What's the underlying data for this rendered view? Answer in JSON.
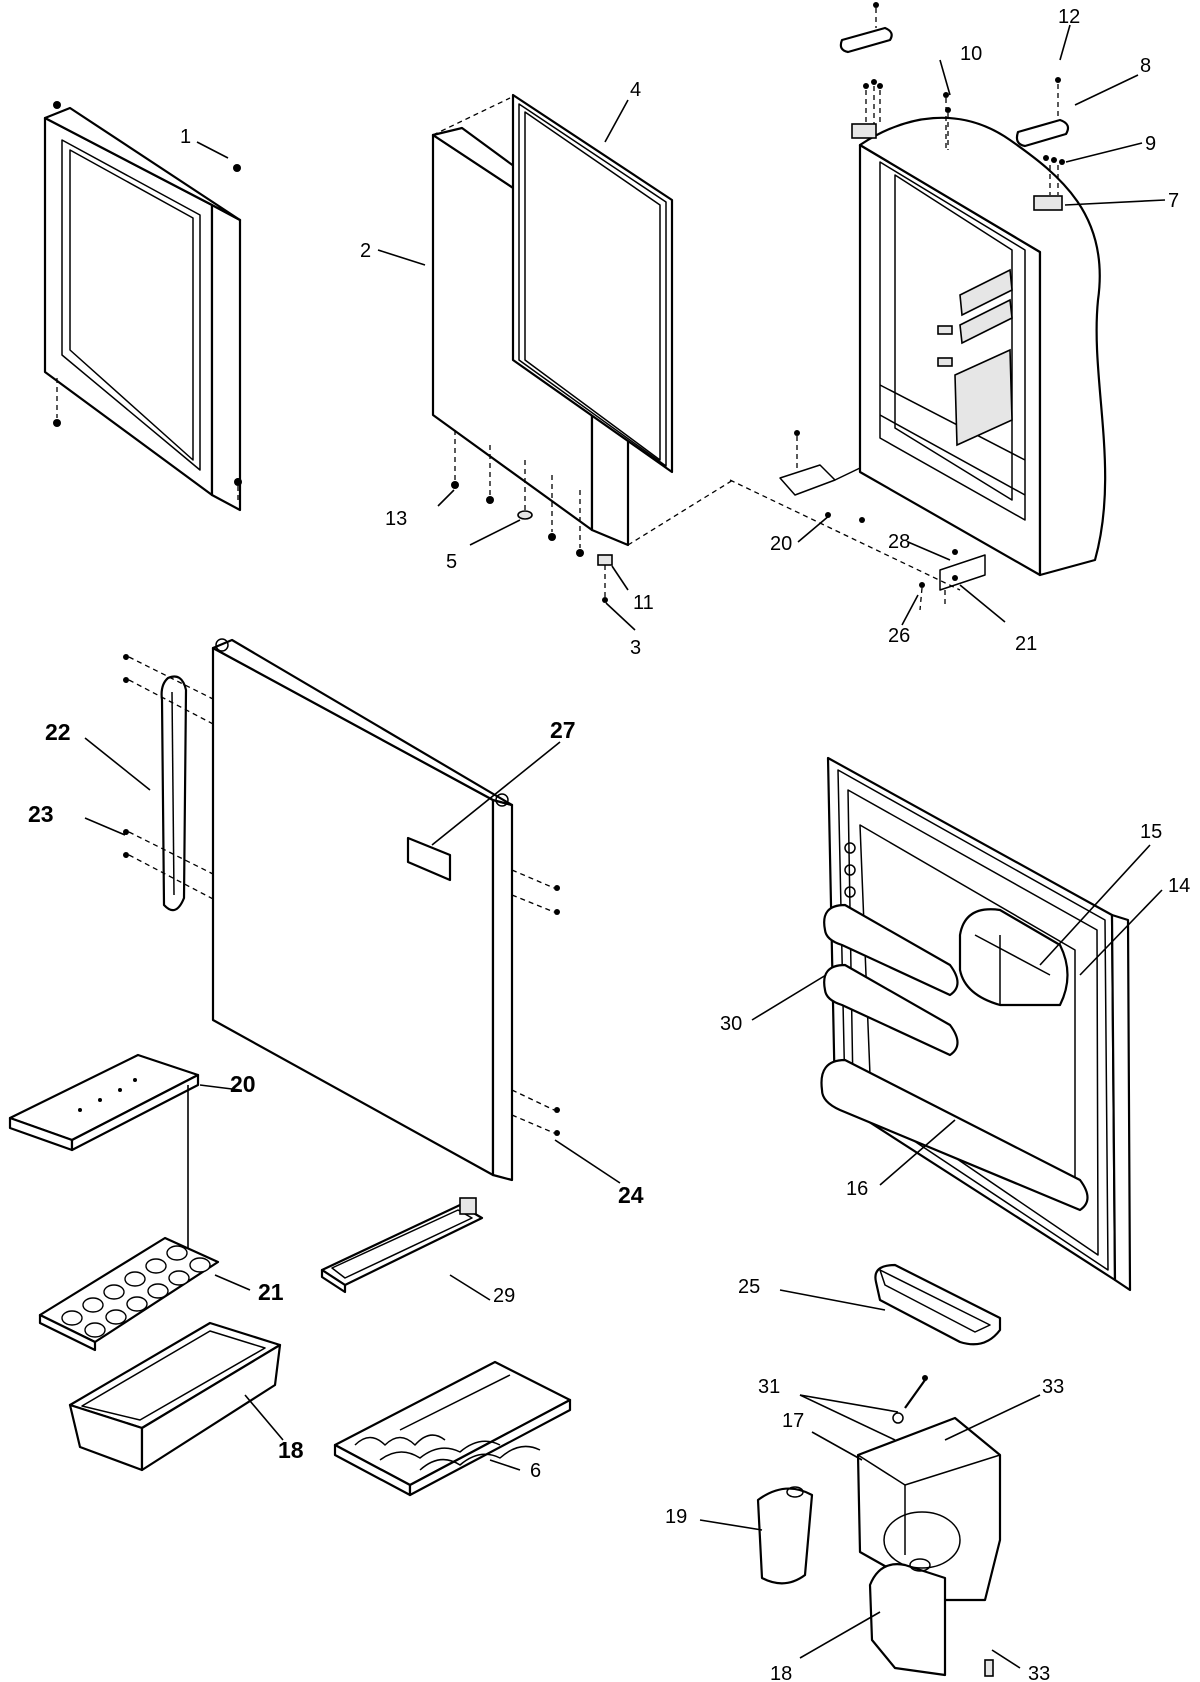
{
  "callouts": [
    {
      "id": "c1",
      "text": "1"
    },
    {
      "id": "c2",
      "text": "2"
    },
    {
      "id": "c3",
      "text": "3"
    },
    {
      "id": "c4",
      "text": "4"
    },
    {
      "id": "c5",
      "text": "5"
    },
    {
      "id": "c6",
      "text": "6"
    },
    {
      "id": "c7",
      "text": "7"
    },
    {
      "id": "c8",
      "text": "8"
    },
    {
      "id": "c9",
      "text": "9"
    },
    {
      "id": "c10",
      "text": "10"
    },
    {
      "id": "c11",
      "text": "11"
    },
    {
      "id": "c12",
      "text": "12"
    },
    {
      "id": "c13",
      "text": "13"
    },
    {
      "id": "c14",
      "text": "14"
    },
    {
      "id": "c15",
      "text": "15"
    },
    {
      "id": "c16",
      "text": "16"
    },
    {
      "id": "c17",
      "text": "17"
    },
    {
      "id": "c18a",
      "text": "18"
    },
    {
      "id": "c18b",
      "text": "18"
    },
    {
      "id": "c19",
      "text": "19"
    },
    {
      "id": "c20a",
      "text": "20"
    },
    {
      "id": "c20b",
      "text": "20"
    },
    {
      "id": "c21a",
      "text": "21"
    },
    {
      "id": "c21b",
      "text": "21"
    },
    {
      "id": "c22",
      "text": "22"
    },
    {
      "id": "c23",
      "text": "23"
    },
    {
      "id": "c24",
      "text": "24"
    },
    {
      "id": "c25",
      "text": "25"
    },
    {
      "id": "c26",
      "text": "26"
    },
    {
      "id": "c27",
      "text": "27"
    },
    {
      "id": "c28",
      "text": "28"
    },
    {
      "id": "c29",
      "text": "29"
    },
    {
      "id": "c30",
      "text": "30"
    },
    {
      "id": "c31",
      "text": "31"
    },
    {
      "id": "c33a",
      "text": "33"
    },
    {
      "id": "c33b",
      "text": "33"
    }
  ]
}
